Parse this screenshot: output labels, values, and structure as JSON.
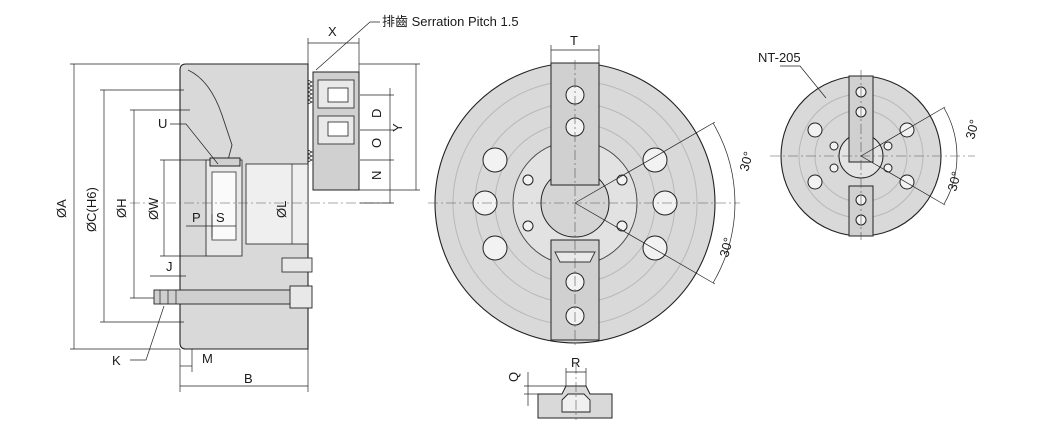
{
  "labels": {
    "serration": "排齒 Serration Pitch 1.5",
    "x": "X",
    "y": "Y",
    "d": "D",
    "o": "O",
    "n": "N",
    "u": "U",
    "phi_a": "ØA",
    "phi_c": "ØC(H6)",
    "phi_h": "ØH",
    "phi_w": "ØW",
    "p": "P",
    "s": "S",
    "phi_l": "ØL",
    "j": "J",
    "k": "K",
    "m": "M",
    "b": "B",
    "t": "T",
    "q": "Q",
    "r": "R",
    "angle_1": "30°",
    "angle_2": "30°",
    "model": "NT-205",
    "angle_3": "30°",
    "angle_4": "30°"
  },
  "colors": {
    "body": "#d9d9d9",
    "line": "#222222"
  }
}
